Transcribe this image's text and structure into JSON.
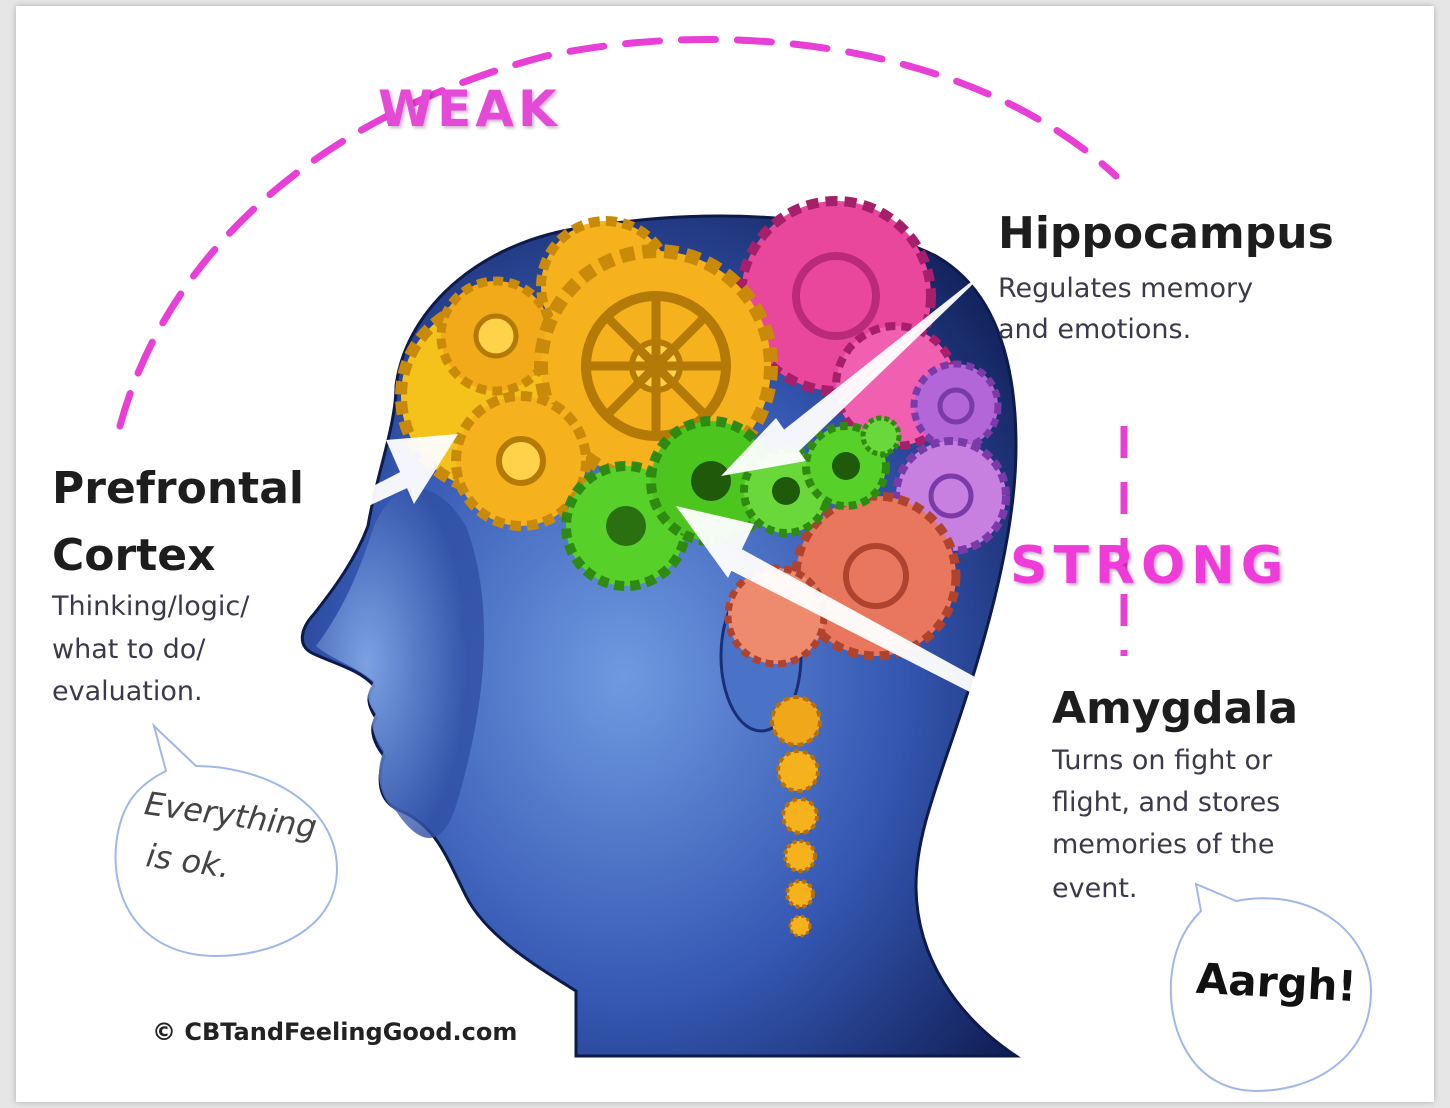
{
  "weak": "WEAK",
  "strong": "STRONG",
  "hippocampus": {
    "title": "Hippocampus",
    "lines": [
      "Regulates memory",
      "and emotions."
    ]
  },
  "prefrontal": {
    "title_lines": [
      "Prefrontal",
      "Cortex"
    ],
    "lines": [
      "Thinking/logic/",
      "what to do/",
      "evaluation."
    ]
  },
  "amygdala": {
    "title": "Amygdala",
    "lines": [
      "Turns on fight or",
      "flight, and stores",
      "memories of the",
      "event."
    ]
  },
  "bubble_left": [
    "Everything",
    "is ok."
  ],
  "bubble_right": "Aargh!",
  "copyright": "© CBTandFeelingGood.com",
  "colors": {
    "accent": "#e83fd6",
    "head": "#2b4fa8",
    "gear_yellow": "#f5b21c",
    "gear_green": "#58d02a",
    "gear_pink": "#e8479c",
    "gear_purple": "#b266d8"
  }
}
